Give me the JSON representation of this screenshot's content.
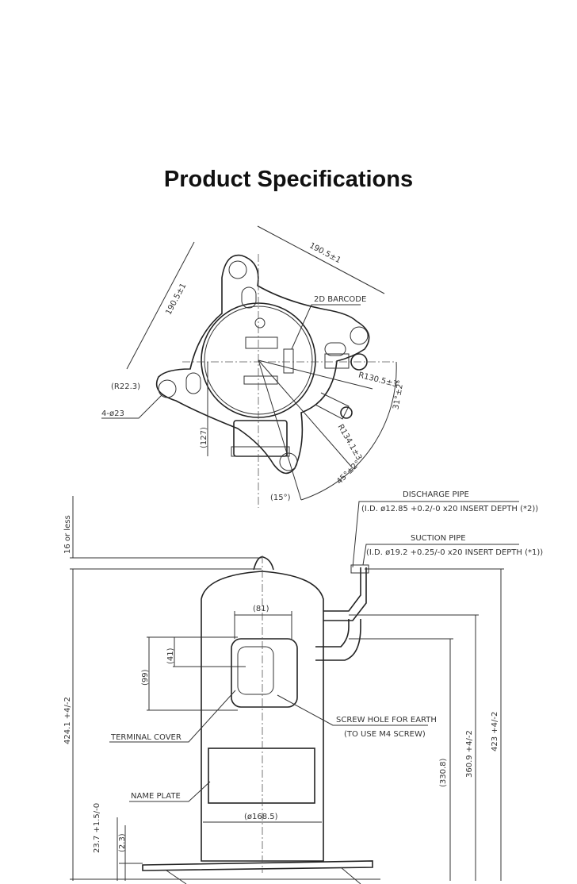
{
  "page": {
    "title": "Product Specifications"
  },
  "top_view": {
    "dim_lug_spacing_a": "190.5±1",
    "dim_lug_spacing_b": "190.5±1",
    "barcode_label": "2D BARCODE",
    "lug_radius": "(R22.3)",
    "hole_spec": "4-ø23",
    "dim_127": "(127)",
    "discharge_radius": "R130.5±3",
    "suction_radius": "R134.1±3",
    "angle_31": "31°±2°",
    "angle_45": "45°±2°",
    "angle_15": "(15°)"
  },
  "side_view": {
    "discharge_pipe_label": "DISCHARGE PIPE",
    "discharge_pipe_spec": "(I.D. ø12.85 +0.2/-0 x20 INSERT DEPTH (*2))",
    "suction_pipe_label": "SUCTION PIPE",
    "suction_pipe_spec": "(I.D. ø19.2 +0.25/-0 x20 INSERT DEPTH (*1))",
    "clearance": "16 or less",
    "total_height": "424.1 +4/-2",
    "dim_81": "(81)",
    "dim_41": "(41)",
    "dim_99": "(99)",
    "terminal_cover_label": "TERMINAL COVER",
    "screw_hole_label": "SCREW HOLE FOR EARTH",
    "screw_hole_note": "(TO USE M4 SCREW)",
    "name_plate_label": "NAME PLATE",
    "diameter": "(ø168.5)",
    "dim_330_8": "(330.8)",
    "dim_360_9": "360.9 +4/-2",
    "dim_423": "423 +4/-2",
    "base_height": "23.7 +1.5/-0",
    "dim_2_3": "(2.3)"
  }
}
